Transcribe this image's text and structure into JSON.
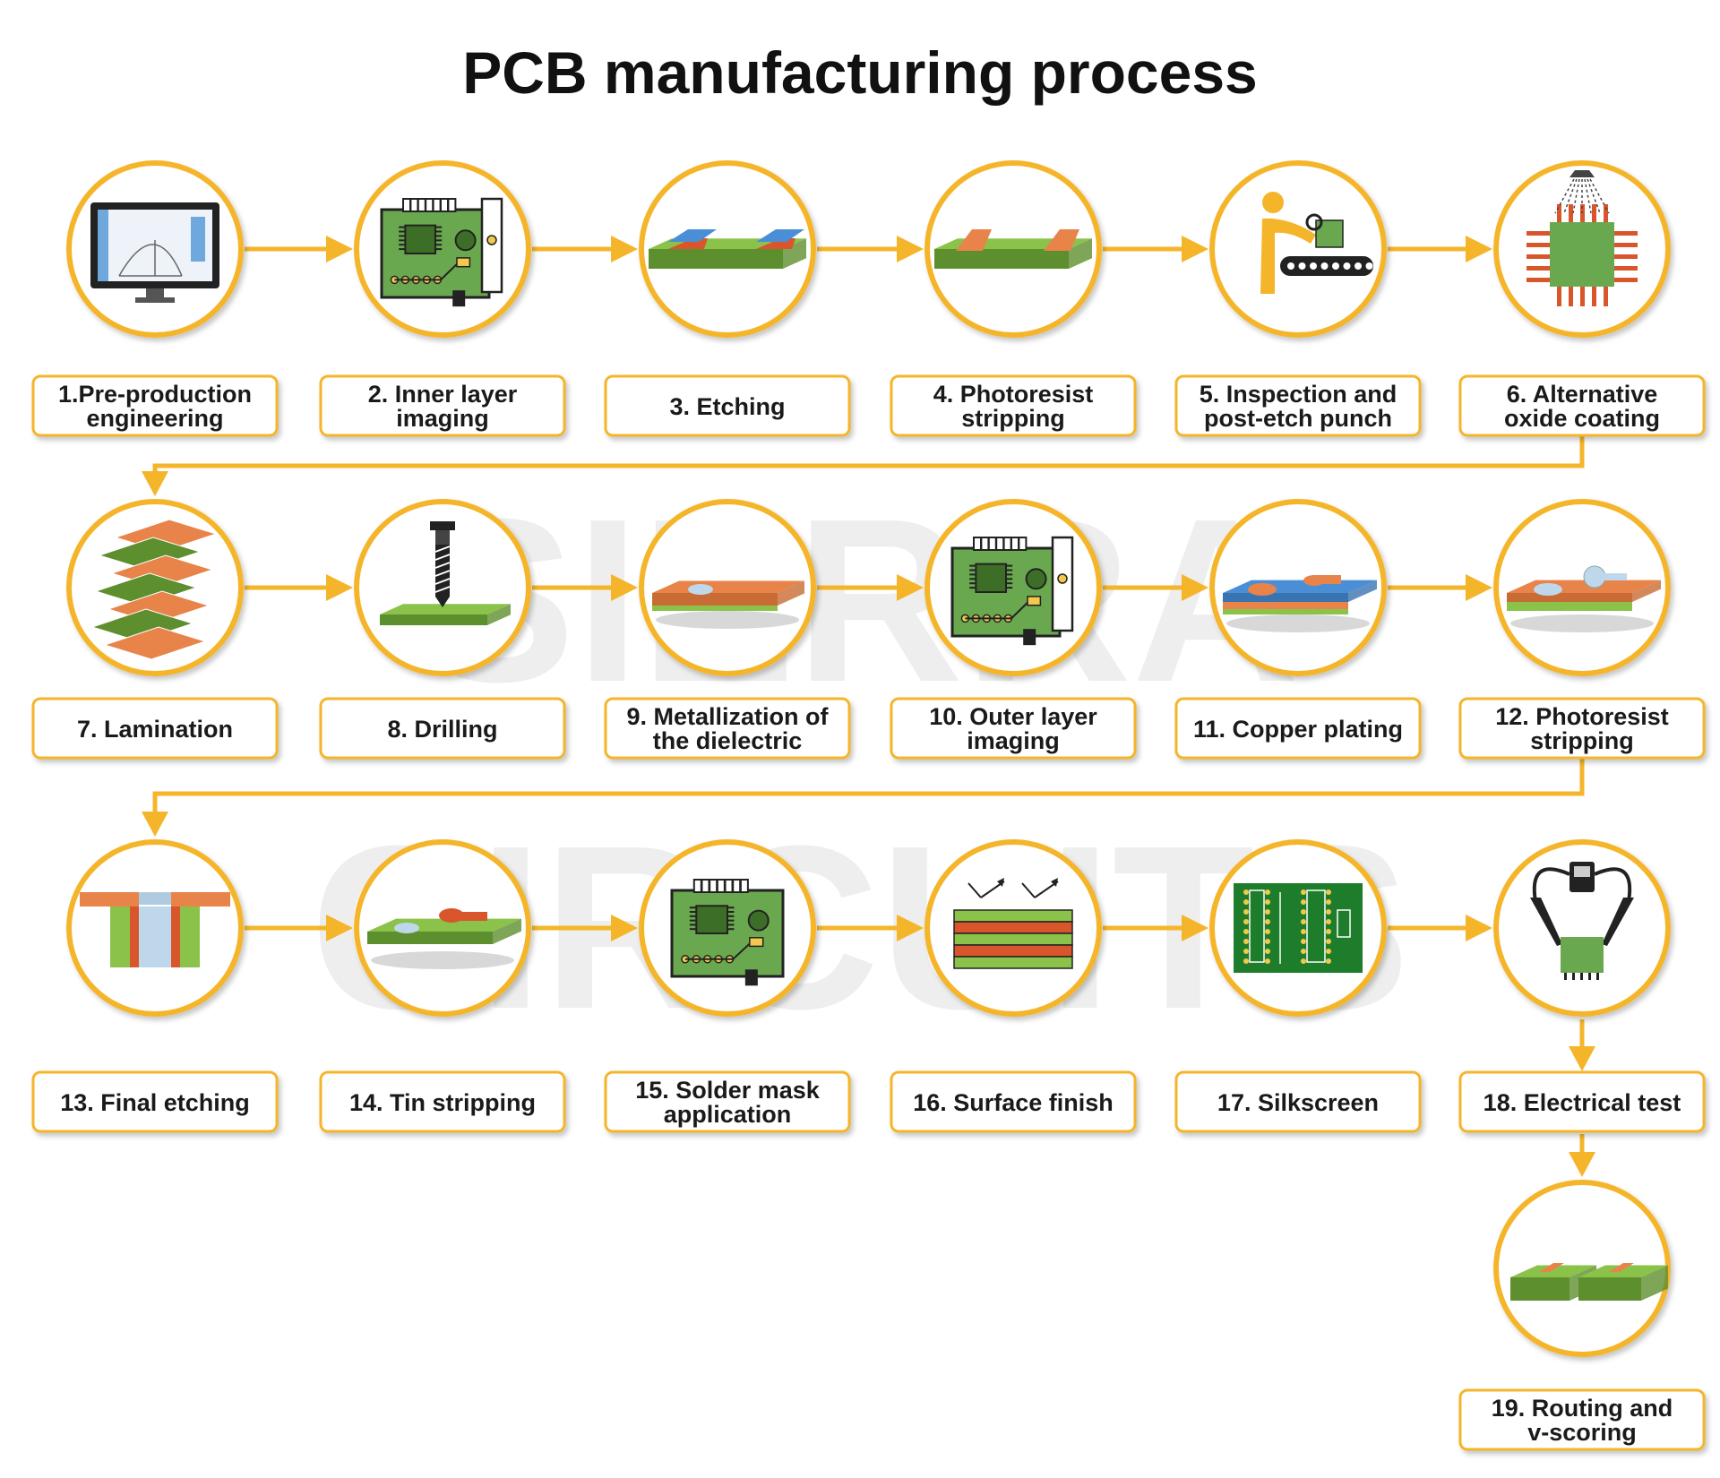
{
  "title": "PCB manufacturing process",
  "watermark": [
    "SIERRA",
    "CIRCUITS"
  ],
  "accent_color": "#F5B52A",
  "steps": [
    {
      "lines": [
        "1.Pre-production",
        "engineering"
      ],
      "icon": "monitor-icon"
    },
    {
      "lines": [
        "2. Inner layer",
        "imaging"
      ],
      "icon": "circuit-board-icon"
    },
    {
      "lines": [
        "3. Etching"
      ],
      "icon": "etching-icon"
    },
    {
      "lines": [
        "4. Photoresist",
        "stripping"
      ],
      "icon": "photoresist-stripping-icon"
    },
    {
      "lines": [
        "5. Inspection and",
        "post-etch punch"
      ],
      "icon": "inspection-worker-icon"
    },
    {
      "lines": [
        "6. Alternative",
        "oxide coating"
      ],
      "icon": "oxide-shower-icon"
    },
    {
      "lines": [
        "7. Lamination"
      ],
      "icon": "layer-stack-icon"
    },
    {
      "lines": [
        "8. Drilling"
      ],
      "icon": "drill-bit-icon"
    },
    {
      "lines": [
        "9. Metallization of",
        "the dielectric"
      ],
      "icon": "metallized-board-icon"
    },
    {
      "lines": [
        "10. Outer layer",
        "imaging"
      ],
      "icon": "circuit-board-icon"
    },
    {
      "lines": [
        "11. Copper plating"
      ],
      "icon": "copper-plating-icon"
    },
    {
      "lines": [
        "12. Photoresist",
        "stripping"
      ],
      "icon": "pad-board-icon"
    },
    {
      "lines": [
        "13. Final etching"
      ],
      "icon": "plated-hole-section-icon"
    },
    {
      "lines": [
        "14. Tin stripping"
      ],
      "icon": "tin-stripping-icon"
    },
    {
      "lines": [
        "15. Solder mask",
        "application"
      ],
      "icon": "solder-mask-board-icon"
    },
    {
      "lines": [
        "16. Surface finish"
      ],
      "icon": "surface-layers-icon"
    },
    {
      "lines": [
        "17. Silkscreen"
      ],
      "icon": "silkscreen-board-icon"
    },
    {
      "lines": [
        "18. Electrical test"
      ],
      "icon": "test-probes-icon"
    },
    {
      "lines": [
        "19. Routing and",
        "v-scoring"
      ],
      "icon": "v-score-icon"
    }
  ]
}
